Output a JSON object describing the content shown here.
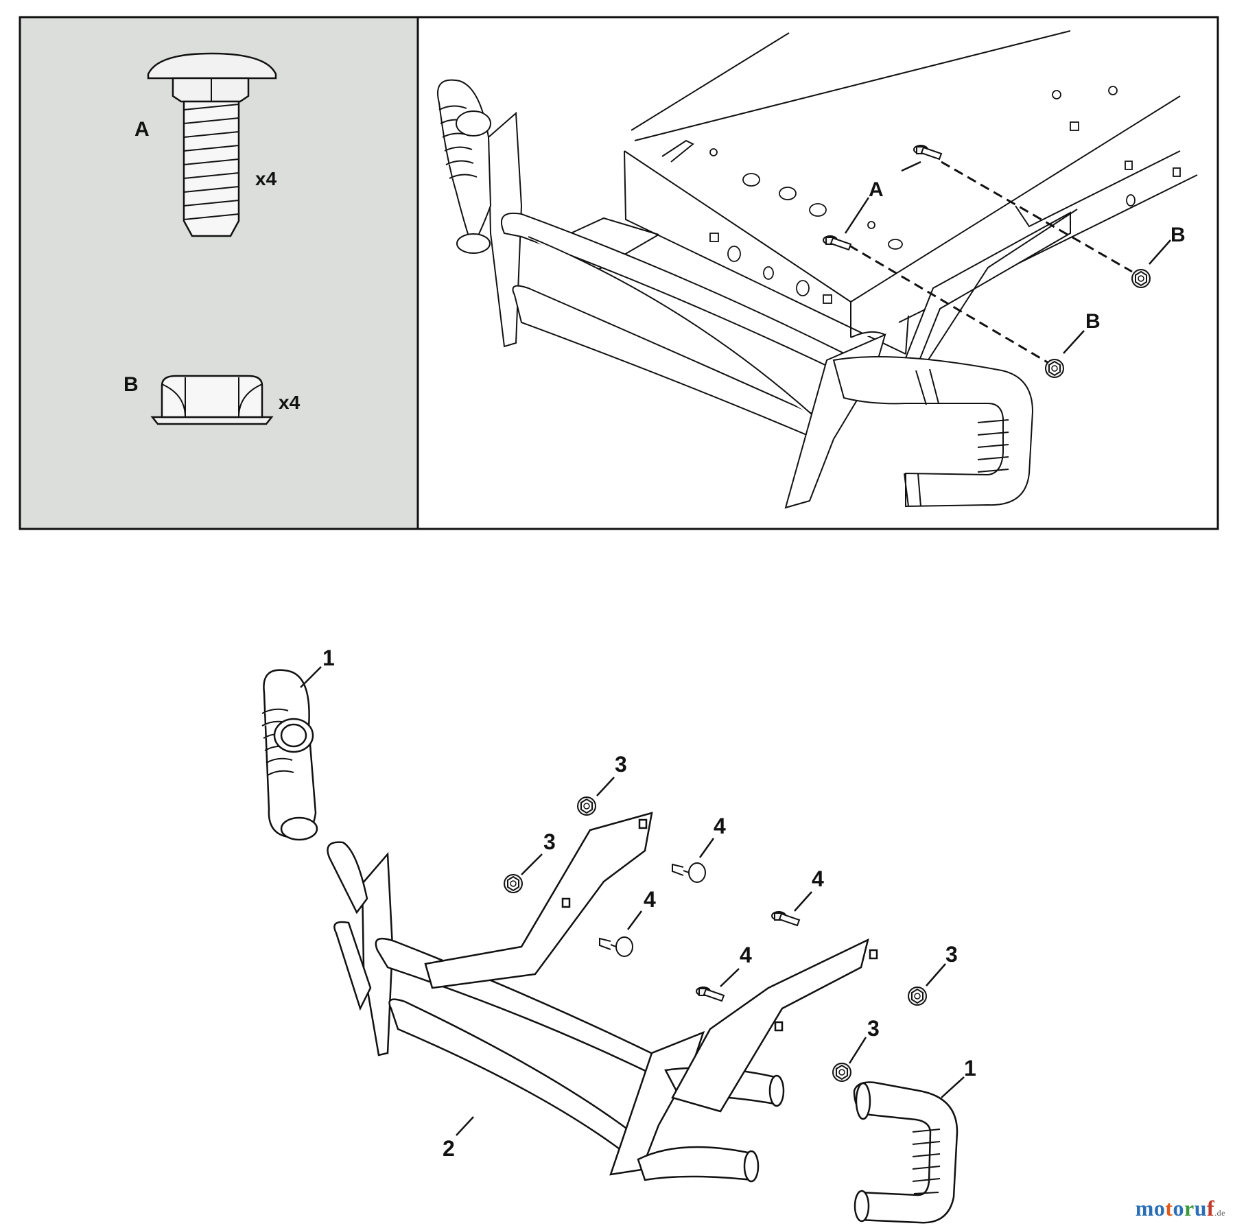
{
  "colors": {
    "panel_bg": "#dcdedb",
    "stroke": "#111111",
    "fill_light": "#f2f2f2",
    "logo_palette": [
      "#2a6fb6",
      "#2a6fb6",
      "#e05a1a",
      "#2a6fb6",
      "#3a9a3a",
      "#2a6fb6",
      "#c0392b"
    ]
  },
  "hardware_key": {
    "bolt_label": "A",
    "bolt_qty": "x4",
    "nut_label": "B",
    "nut_qty": "x4"
  },
  "assembly_view": {
    "bolt_callouts": [
      "A",
      "A"
    ],
    "nut_callouts": [
      "B",
      "B"
    ]
  },
  "exploded_view": {
    "callouts": [
      "1",
      "1",
      "2",
      "3",
      "3",
      "3",
      "3",
      "4",
      "4",
      "4",
      "4"
    ]
  },
  "watermark": {
    "text": "motoruf",
    "suffix": ".de"
  }
}
